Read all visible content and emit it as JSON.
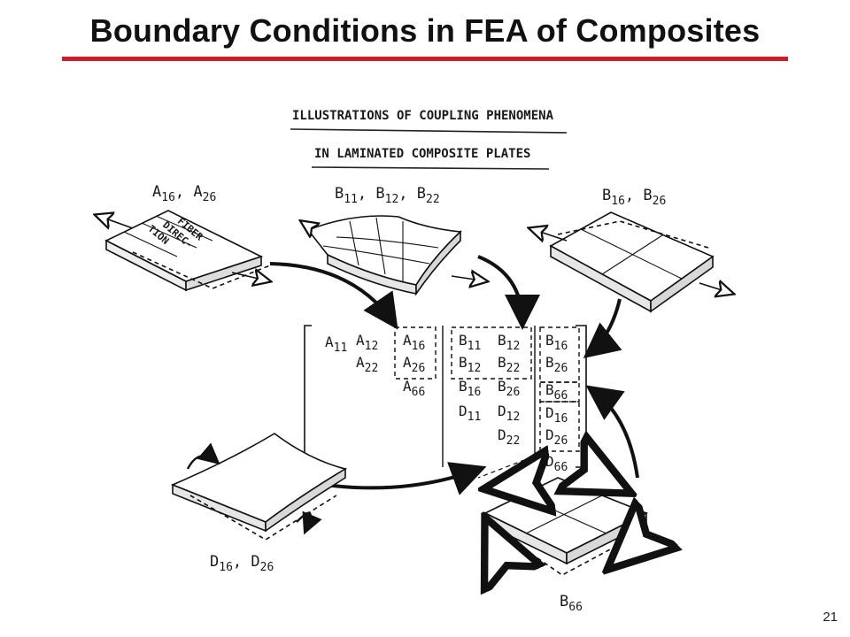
{
  "slide": {
    "title": "Boundary Conditions in FEA of Composites",
    "page_number": "21"
  },
  "figure": {
    "heading_line1": "ILLUSTRATIONS OF COUPLING PHENOMENA",
    "heading_line2": "IN LAMINATED COMPOSITE PLATES",
    "fiber_text": [
      "FIBER",
      "DIREC-",
      "TION"
    ],
    "labels": {
      "a16_a26": {
        "s1": "A",
        "n1": "16",
        "sep": ", ",
        "s2": "A",
        "n2": "26"
      },
      "b11_b12_b22": {
        "s1": "B",
        "n1": "11",
        "s2": "B",
        "n2": "12",
        "s3": "B",
        "n3": "22"
      },
      "b16_b26": {
        "s1": "B",
        "n1": "16",
        "s2": "B",
        "n2": "26"
      },
      "d16_d26": {
        "s1": "D",
        "n1": "16",
        "s2": "D",
        "n2": "26"
      },
      "b66": {
        "s": "B",
        "n": "66"
      }
    },
    "matrix": [
      {
        "id": "a11",
        "s": "A",
        "n": "11"
      },
      {
        "id": "a12",
        "s": "A",
        "n": "12"
      },
      {
        "id": "a16",
        "s": "A",
        "n": "16"
      },
      {
        "id": "a22",
        "s": "A",
        "n": "22"
      },
      {
        "id": "a26",
        "s": "A",
        "n": "26"
      },
      {
        "id": "a66",
        "s": "A",
        "n": "66"
      },
      {
        "id": "b11",
        "s": "B",
        "n": "11"
      },
      {
        "id": "b12a",
        "s": "B",
        "n": "12"
      },
      {
        "id": "b12b",
        "s": "B",
        "n": "12"
      },
      {
        "id": "b22",
        "s": "B",
        "n": "22"
      },
      {
        "id": "b16",
        "s": "B",
        "n": "16"
      },
      {
        "id": "b26",
        "s": "B",
        "n": "26"
      },
      {
        "id": "b16c",
        "s": "B",
        "n": "16"
      },
      {
        "id": "b26c",
        "s": "B",
        "n": "26"
      },
      {
        "id": "b66c",
        "s": "B",
        "n": "66"
      },
      {
        "id": "d11",
        "s": "D",
        "n": "11"
      },
      {
        "id": "d12",
        "s": "D",
        "n": "12"
      },
      {
        "id": "d22",
        "s": "D",
        "n": "22"
      },
      {
        "id": "d16",
        "s": "D",
        "n": "16"
      },
      {
        "id": "d26",
        "s": "D",
        "n": "26"
      },
      {
        "id": "d66",
        "s": "D",
        "n": "66"
      }
    ]
  }
}
